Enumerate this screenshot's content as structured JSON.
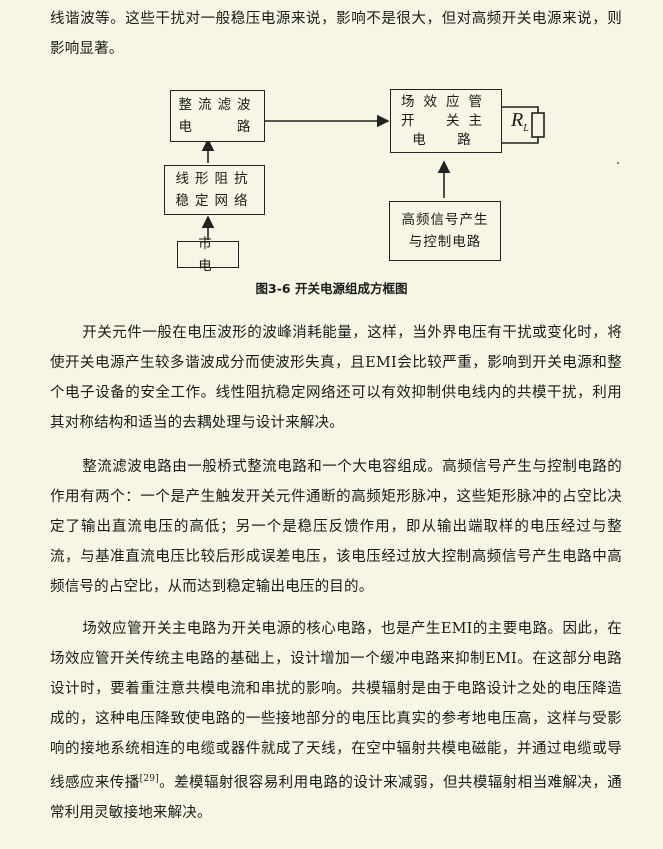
{
  "intro_text": "线谐波等。这些干扰对一般稳压电源来说，影响不是很大，但对高频开关电源来说，则影响显著。",
  "diagram": {
    "box_rectifier": "整流滤波电　　路",
    "box_line_impedance": "线形阻抗稳定网络",
    "box_mains": "市　　电",
    "box_main_circuit": "场效应管开　关主　电　路",
    "box_signal": "高频信号产生与控制电路",
    "load_label": "R",
    "load_sub": "L",
    "caption": "图3-6  开关电源组成方框图"
  },
  "paragraphs": [
    "开关元件一般在电压波形的波峰消耗能量，这样，当外界电压有干扰或变化时，将使开关电源产生较多谐波成分而使波形失真，且EMI会比较严重，影响到开关电源和整个电子设备的安全工作。线性阻抗稳定网络还可以有效抑制供电线内的共模干扰，利用其对称结构和适当的去耦处理与设计来解决。",
    "整流滤波电路由一般桥式整流电路和一个大电容组成。高频信号产生与控制电路的作用有两个：一个是产生触发开关元件通断的高频矩形脉冲，这些矩形脉冲的占空比决定了输出直流电压的高低；另一个是稳压反馈作用，即从输出端取样的电压经过与整流，与基准直流电压比较后形成误差电压，该电压经过放大控制高频信号产生电路中高频信号的占空比，从而达到稳定输出电压的目的。"
  ],
  "para3_a": "场效应管开关主电路为开关电源的核心电路，也是产生EMI的主要电路。因此，在场效应管开关传统主电路的基础上，设计增加一个缓冲电路来抑制EMI。在这部分电路设计时，要着重注意共模电流和串扰的影响。共模辐射是由于电路设计之处的电压降造成的，这种电压降致使电路的一些接地部分的电压比真实的参考地电压高，这样与受影响的接地系统相连的电缆或器件就成了天线，在空中辐射共模电磁能，并通过电缆或导线感应来传播",
  "para3_cite": "[29]",
  "para3_b": "。差模辐射很容易利用电路的设计来减弱，但共模辐射相当难解决，通常利用灵敏接地来解决。"
}
